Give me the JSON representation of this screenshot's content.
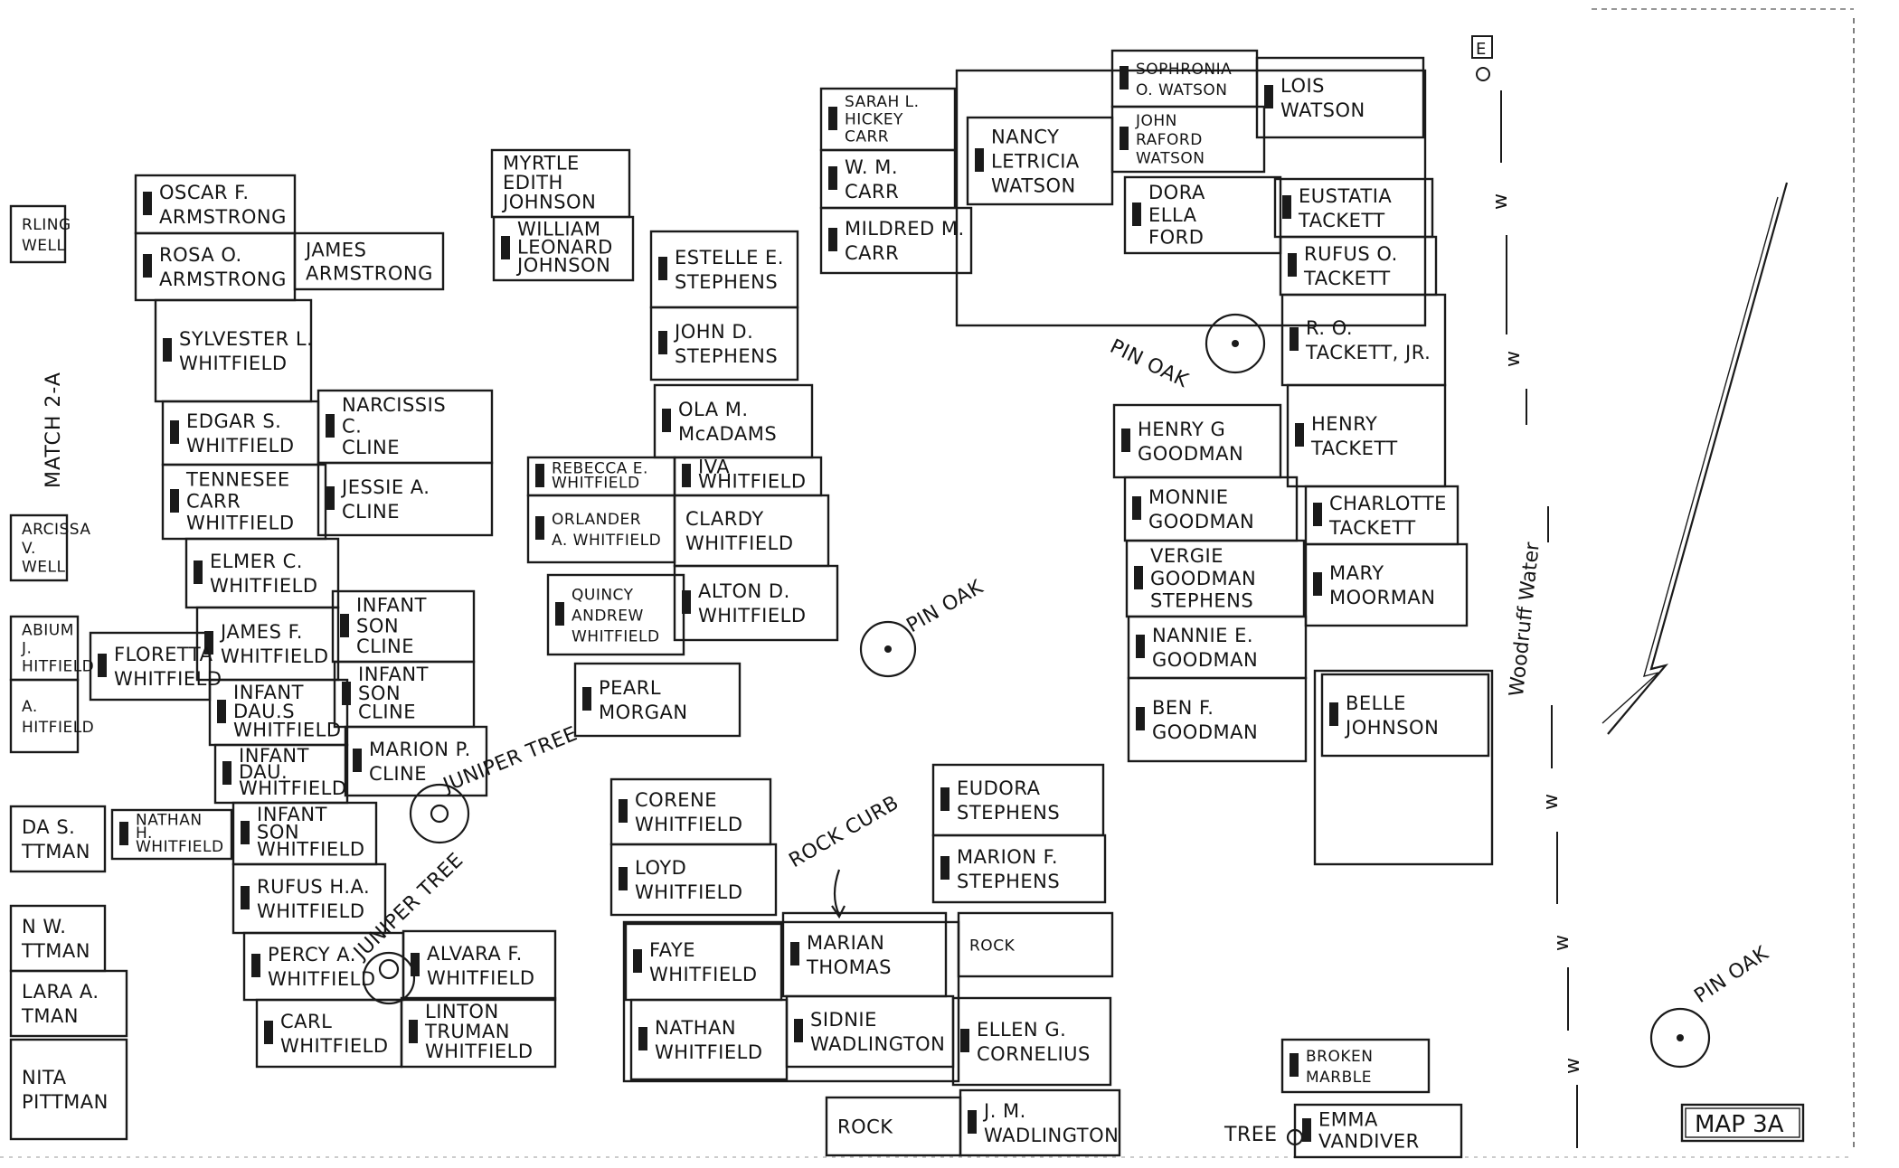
{
  "map": {
    "label": "MAP 3A",
    "match_label": "MATCH 2-A",
    "north_marker": "E",
    "fence_label": "Woodruff Water",
    "water_marker": "w"
  },
  "plots": [
    {
      "id": "p1",
      "lines": [
        "OSCAR F.",
        "ARMSTRONG"
      ]
    },
    {
      "id": "p2",
      "lines": [
        "ROSA O.",
        "ARMSTRONG"
      ]
    },
    {
      "id": "p3",
      "lines": [
        "JAMES",
        "ARMSTRONG"
      ]
    },
    {
      "id": "p4",
      "lines": [
        "SYLVESTER L.",
        "WHITFIELD"
      ]
    },
    {
      "id": "p5",
      "lines": [
        "EDGAR S.",
        "WHITFIELD"
      ]
    },
    {
      "id": "p6",
      "lines": [
        "TENNESEE",
        "CARR",
        "WHITFIELD"
      ]
    },
    {
      "id": "p7",
      "lines": [
        "ELMER C.",
        "WHITFIELD"
      ]
    },
    {
      "id": "p8",
      "lines": [
        "NARCISSIS",
        "C.",
        "CLINE"
      ]
    },
    {
      "id": "p9",
      "lines": [
        "JESSIE A.",
        "CLINE"
      ]
    },
    {
      "id": "p10",
      "lines": [
        "JAMES F.",
        "WHITFIELD"
      ]
    },
    {
      "id": "p11",
      "lines": [
        "INFANT",
        "DAU.S",
        "WHITFIELD"
      ]
    },
    {
      "id": "p12",
      "lines": [
        "INFANT",
        "DAU.",
        "WHITFIELD"
      ]
    },
    {
      "id": "p13",
      "lines": [
        "INFANT",
        "SON",
        "WHITFIELD"
      ]
    },
    {
      "id": "p14",
      "lines": [
        "RUFUS H.A.",
        "WHITFIELD"
      ]
    },
    {
      "id": "p15",
      "lines": [
        "INFANT",
        "SON",
        "CLINE"
      ]
    },
    {
      "id": "p16",
      "lines": [
        "INFANT",
        "SON",
        "CLINE"
      ]
    },
    {
      "id": "p17",
      "lines": [
        "MARION P.",
        "CLINE"
      ]
    },
    {
      "id": "p18",
      "lines": [
        "PERCY A.",
        "WHITFIELD"
      ]
    },
    {
      "id": "p19",
      "lines": [
        "ALVARA F.",
        "WHITFIELD"
      ]
    },
    {
      "id": "p20",
      "lines": [
        "CARL",
        "WHITFIELD"
      ]
    },
    {
      "id": "p21",
      "lines": [
        "LINTON",
        "TRUMAN",
        "WHITFIELD"
      ]
    },
    {
      "id": "p22",
      "lines": [
        "FLORETTA",
        "WHITFIELD"
      ]
    },
    {
      "id": "p23",
      "lines": [
        "NATHAN",
        "H.",
        "WHITFIELD"
      ]
    },
    {
      "id": "p24",
      "lines": [
        "MYRTLE",
        "EDITH",
        "JOHNSON"
      ]
    },
    {
      "id": "p25",
      "lines": [
        "WILLIAM",
        "LEONARD",
        "JOHNSON"
      ]
    },
    {
      "id": "p26",
      "lines": [
        "ESTELLE E.",
        "STEPHENS"
      ]
    },
    {
      "id": "p27",
      "lines": [
        "JOHN D.",
        "STEPHENS"
      ]
    },
    {
      "id": "p28",
      "lines": [
        "OLA M.",
        "McADAMS"
      ]
    },
    {
      "id": "p29",
      "lines": [
        "IVA",
        "WHITFIELD"
      ]
    },
    {
      "id": "p30",
      "lines": [
        "CLARDY",
        "WHITFIELD"
      ]
    },
    {
      "id": "p31",
      "lines": [
        "ALTON D.",
        "WHITFIELD"
      ]
    },
    {
      "id": "p32",
      "lines": [
        "REBECCA E.",
        "WHITFIELD"
      ]
    },
    {
      "id": "p33",
      "lines": [
        "ORLANDER",
        "A. WHITFIELD"
      ]
    },
    {
      "id": "p34",
      "lines": [
        "QUINCY",
        "ANDREW",
        "WHITFIELD"
      ]
    },
    {
      "id": "p35",
      "lines": [
        "PEARL",
        "MORGAN"
      ]
    },
    {
      "id": "p36",
      "lines": [
        "SARAH L.",
        "HICKEY",
        "CARR"
      ]
    },
    {
      "id": "p37",
      "lines": [
        "W. M.",
        "CARR"
      ]
    },
    {
      "id": "p38",
      "lines": [
        "MILDRED M.",
        "CARR"
      ]
    },
    {
      "id": "p39",
      "lines": [
        "NANCY",
        "LETRICIA",
        "WATSON"
      ]
    },
    {
      "id": "p40",
      "lines": [
        "SOPHRONIA",
        "O. WATSON"
      ]
    },
    {
      "id": "p41",
      "lines": [
        "JOHN",
        "RAFORD",
        "WATSON"
      ]
    },
    {
      "id": "p42",
      "lines": [
        "DORA",
        "ELLA",
        "FORD"
      ]
    },
    {
      "id": "p43",
      "lines": [
        "LOIS",
        "WATSON"
      ]
    },
    {
      "id": "p44",
      "lines": [
        "EUSTATIA",
        "TACKETT"
      ]
    },
    {
      "id": "p45",
      "lines": [
        "RUFUS O.",
        "TACKETT"
      ]
    },
    {
      "id": "p46",
      "lines": [
        "R. O.",
        "TACKETT, JR."
      ]
    },
    {
      "id": "p47",
      "lines": [
        "HENRY",
        "TACKETT"
      ]
    },
    {
      "id": "p48",
      "lines": [
        "CHARLOTTE",
        "TACKETT"
      ]
    },
    {
      "id": "p49",
      "lines": [
        "MARY",
        "MOORMAN"
      ]
    },
    {
      "id": "p50",
      "lines": [
        "HENRY G",
        "GOODMAN"
      ]
    },
    {
      "id": "p51",
      "lines": [
        "MONNIE",
        "GOODMAN"
      ]
    },
    {
      "id": "p52",
      "lines": [
        "VERGIE",
        "GOODMAN",
        "STEPHENS"
      ]
    },
    {
      "id": "p53",
      "lines": [
        "NANNIE E.",
        "GOODMAN"
      ]
    },
    {
      "id": "p54",
      "lines": [
        "BEN F.",
        "GOODMAN"
      ]
    },
    {
      "id": "p55",
      "lines": [
        "BELLE",
        "JOHNSON"
      ]
    },
    {
      "id": "p56",
      "lines": [
        "CORENE",
        "WHITFIELD"
      ]
    },
    {
      "id": "p57",
      "lines": [
        "LOYD",
        "WHITFIELD"
      ]
    },
    {
      "id": "p58",
      "lines": [
        "FAYE",
        "WHITFIELD"
      ]
    },
    {
      "id": "p59",
      "lines": [
        "NATHAN",
        "WHITFIELD"
      ]
    },
    {
      "id": "p60",
      "lines": [
        "MARIAN",
        "THOMAS"
      ]
    },
    {
      "id": "p61",
      "lines": [
        "SIDNIE",
        "WADLINGTON"
      ]
    },
    {
      "id": "p62",
      "lines": [
        "EUDORA",
        "STEPHENS"
      ]
    },
    {
      "id": "p63",
      "lines": [
        "MARION F.",
        "STEPHENS"
      ]
    },
    {
      "id": "p64",
      "lines": [
        "ELLEN G.",
        "CORNELIUS"
      ]
    },
    {
      "id": "p65",
      "lines": [
        "J. M.",
        "WADLINGTON"
      ]
    },
    {
      "id": "p66",
      "lines": [
        "EMMA",
        "VANDIVER"
      ]
    },
    {
      "id": "p67",
      "lines": [
        "BROKEN",
        "MARBLE"
      ]
    },
    {
      "id": "p68",
      "lines": [
        "ROCK"
      ]
    },
    {
      "id": "p69",
      "lines": [
        "ROCK"
      ]
    },
    {
      "id": "p70",
      "lines": [
        "RLING",
        "WELL"
      ]
    },
    {
      "id": "p71",
      "lines": [
        "ARCISSA",
        "V.",
        "WELL"
      ]
    },
    {
      "id": "p72",
      "lines": [
        "ABIUM",
        "J.",
        "HITFIELD"
      ]
    },
    {
      "id": "p73",
      "lines": [
        "A.",
        "HITFIELD"
      ]
    },
    {
      "id": "p74",
      "lines": [
        "DA S.",
        "TTMAN"
      ]
    },
    {
      "id": "p75",
      "lines": [
        "N W.",
        "TTMAN"
      ]
    },
    {
      "id": "p76",
      "lines": [
        "LARA A.",
        "TMAN"
      ]
    },
    {
      "id": "p77",
      "lines": [
        "NITA",
        "PITTMAN"
      ]
    }
  ],
  "annotations": [
    {
      "id": "a1",
      "text": "PIN OAK"
    },
    {
      "id": "a2",
      "text": "PIN OAK"
    },
    {
      "id": "a3",
      "text": "PIN OAK"
    },
    {
      "id": "a4",
      "text": "JUNIPER TREE"
    },
    {
      "id": "a5",
      "text": "JUNIPER TREE"
    },
    {
      "id": "a6",
      "text": "ROCK CURB"
    },
    {
      "id": "a7",
      "text": "TREE"
    }
  ]
}
